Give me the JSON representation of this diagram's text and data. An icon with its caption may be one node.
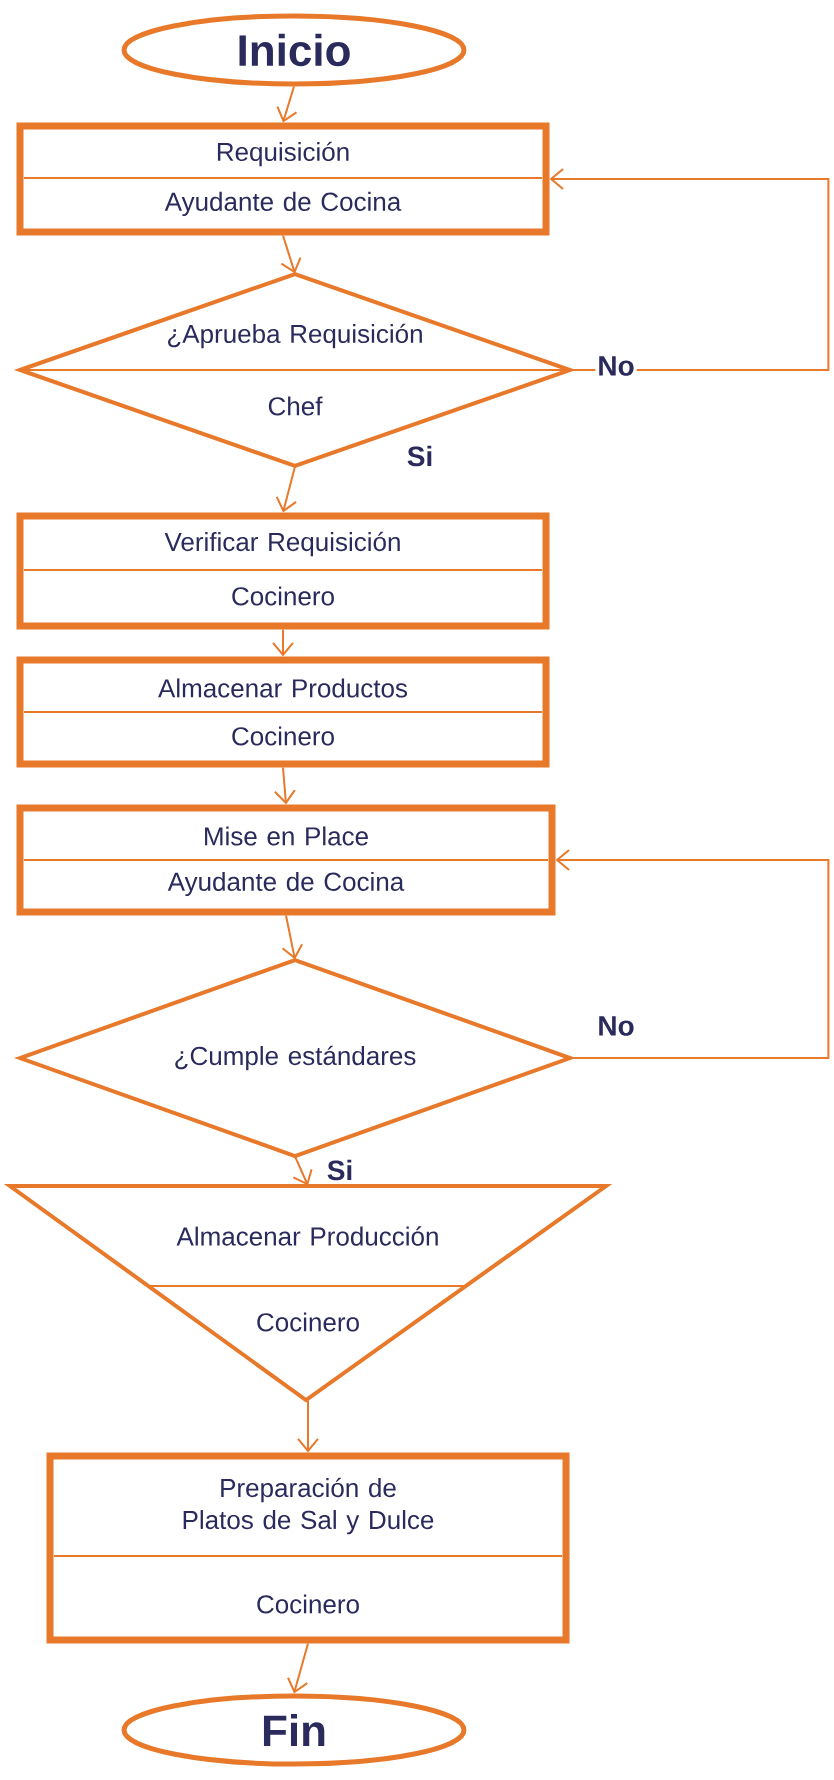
{
  "diagram": {
    "nodes": [
      {
        "text": [
          "Inicio"
        ]
      },
      {
        "text": [
          "Requisición",
          "Ayudante de Cocina"
        ]
      },
      {
        "text": [
          "¿Aprueba Requisición",
          "Chef"
        ]
      },
      {
        "text": [
          "Verificar Requisición",
          "Cocinero"
        ]
      },
      {
        "text": [
          "Almacenar Productos",
          "Cocinero"
        ]
      },
      {
        "text": [
          "Mise en Place",
          "Ayudante de Cocina"
        ]
      },
      {
        "text": [
          "¿Cumple estándares"
        ]
      },
      {
        "text": [
          "Almacenar Producción",
          "Cocinero"
        ]
      },
      {
        "text": [
          "Preparación de Platos de Sal y Dulce",
          "Cocinero"
        ]
      },
      {
        "text": [
          "Fin"
        ]
      }
    ],
    "edges": [
      {
        "from": 0,
        "to": 1,
        "arrow": "to"
      },
      {
        "from": 1,
        "to": 2,
        "arrow": "to"
      },
      {
        "from": 2,
        "to": 3,
        "arrow": "to",
        "label": "Si"
      },
      {
        "from": 2,
        "to": 1,
        "arrow": "to",
        "label": "No"
      },
      {
        "from": 3,
        "to": 4,
        "arrow": "to"
      },
      {
        "from": 4,
        "to": 5,
        "arrow": "to"
      },
      {
        "from": 5,
        "to": 6,
        "arrow": "to"
      },
      {
        "from": 6,
        "to": 7,
        "arrow": "to",
        "label": "Si"
      },
      {
        "from": 6,
        "to": 5,
        "arrow": "to",
        "label": "No"
      },
      {
        "from": 7,
        "to": 8,
        "arrow": "to"
      },
      {
        "from": 8,
        "to": 9,
        "arrow": "to"
      }
    ]
  }
}
